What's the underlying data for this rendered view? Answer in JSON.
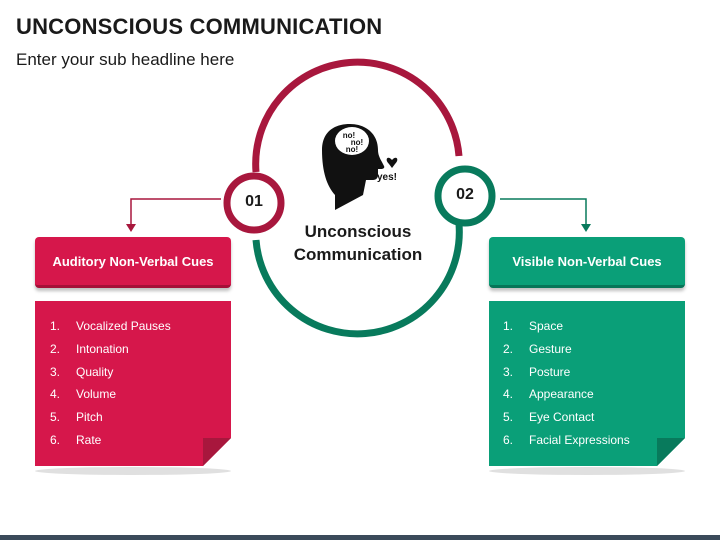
{
  "title": "UNCONSCIOUS COMMUNICATION",
  "subtitle": "Enter your sub headline here",
  "center": {
    "line1": "Unconscious",
    "line2": "Communication",
    "icon": "head-thinking-icon",
    "icon_text_no1": "no!",
    "icon_text_no2": "no!",
    "icon_text_no3": "no!",
    "icon_text_yes": "yes!"
  },
  "colors": {
    "red": "#d6174b",
    "dark_red": "#a8173d",
    "green": "#0a9f78",
    "dark_green": "#087a5c"
  },
  "left": {
    "number": "01",
    "header": "Auditory Non-Verbal Cues",
    "items": [
      {
        "n": "1.",
        "label": "Vocalized Pauses"
      },
      {
        "n": "2.",
        "label": "Intonation"
      },
      {
        "n": "3.",
        "label": "Quality"
      },
      {
        "n": "4.",
        "label": "Volume"
      },
      {
        "n": "5.",
        "label": "Pitch"
      },
      {
        "n": "6.",
        "label": "Rate"
      }
    ]
  },
  "right": {
    "number": "02",
    "header": "Visible Non-Verbal Cues",
    "items": [
      {
        "n": "1.",
        "label": "Space"
      },
      {
        "n": "2.",
        "label": "Gesture"
      },
      {
        "n": "3.",
        "label": "Posture"
      },
      {
        "n": "4.",
        "label": "Appearance"
      },
      {
        "n": "5.",
        "label": "Eye Contact"
      },
      {
        "n": "6.",
        "label": "Facial Expressions"
      }
    ]
  }
}
